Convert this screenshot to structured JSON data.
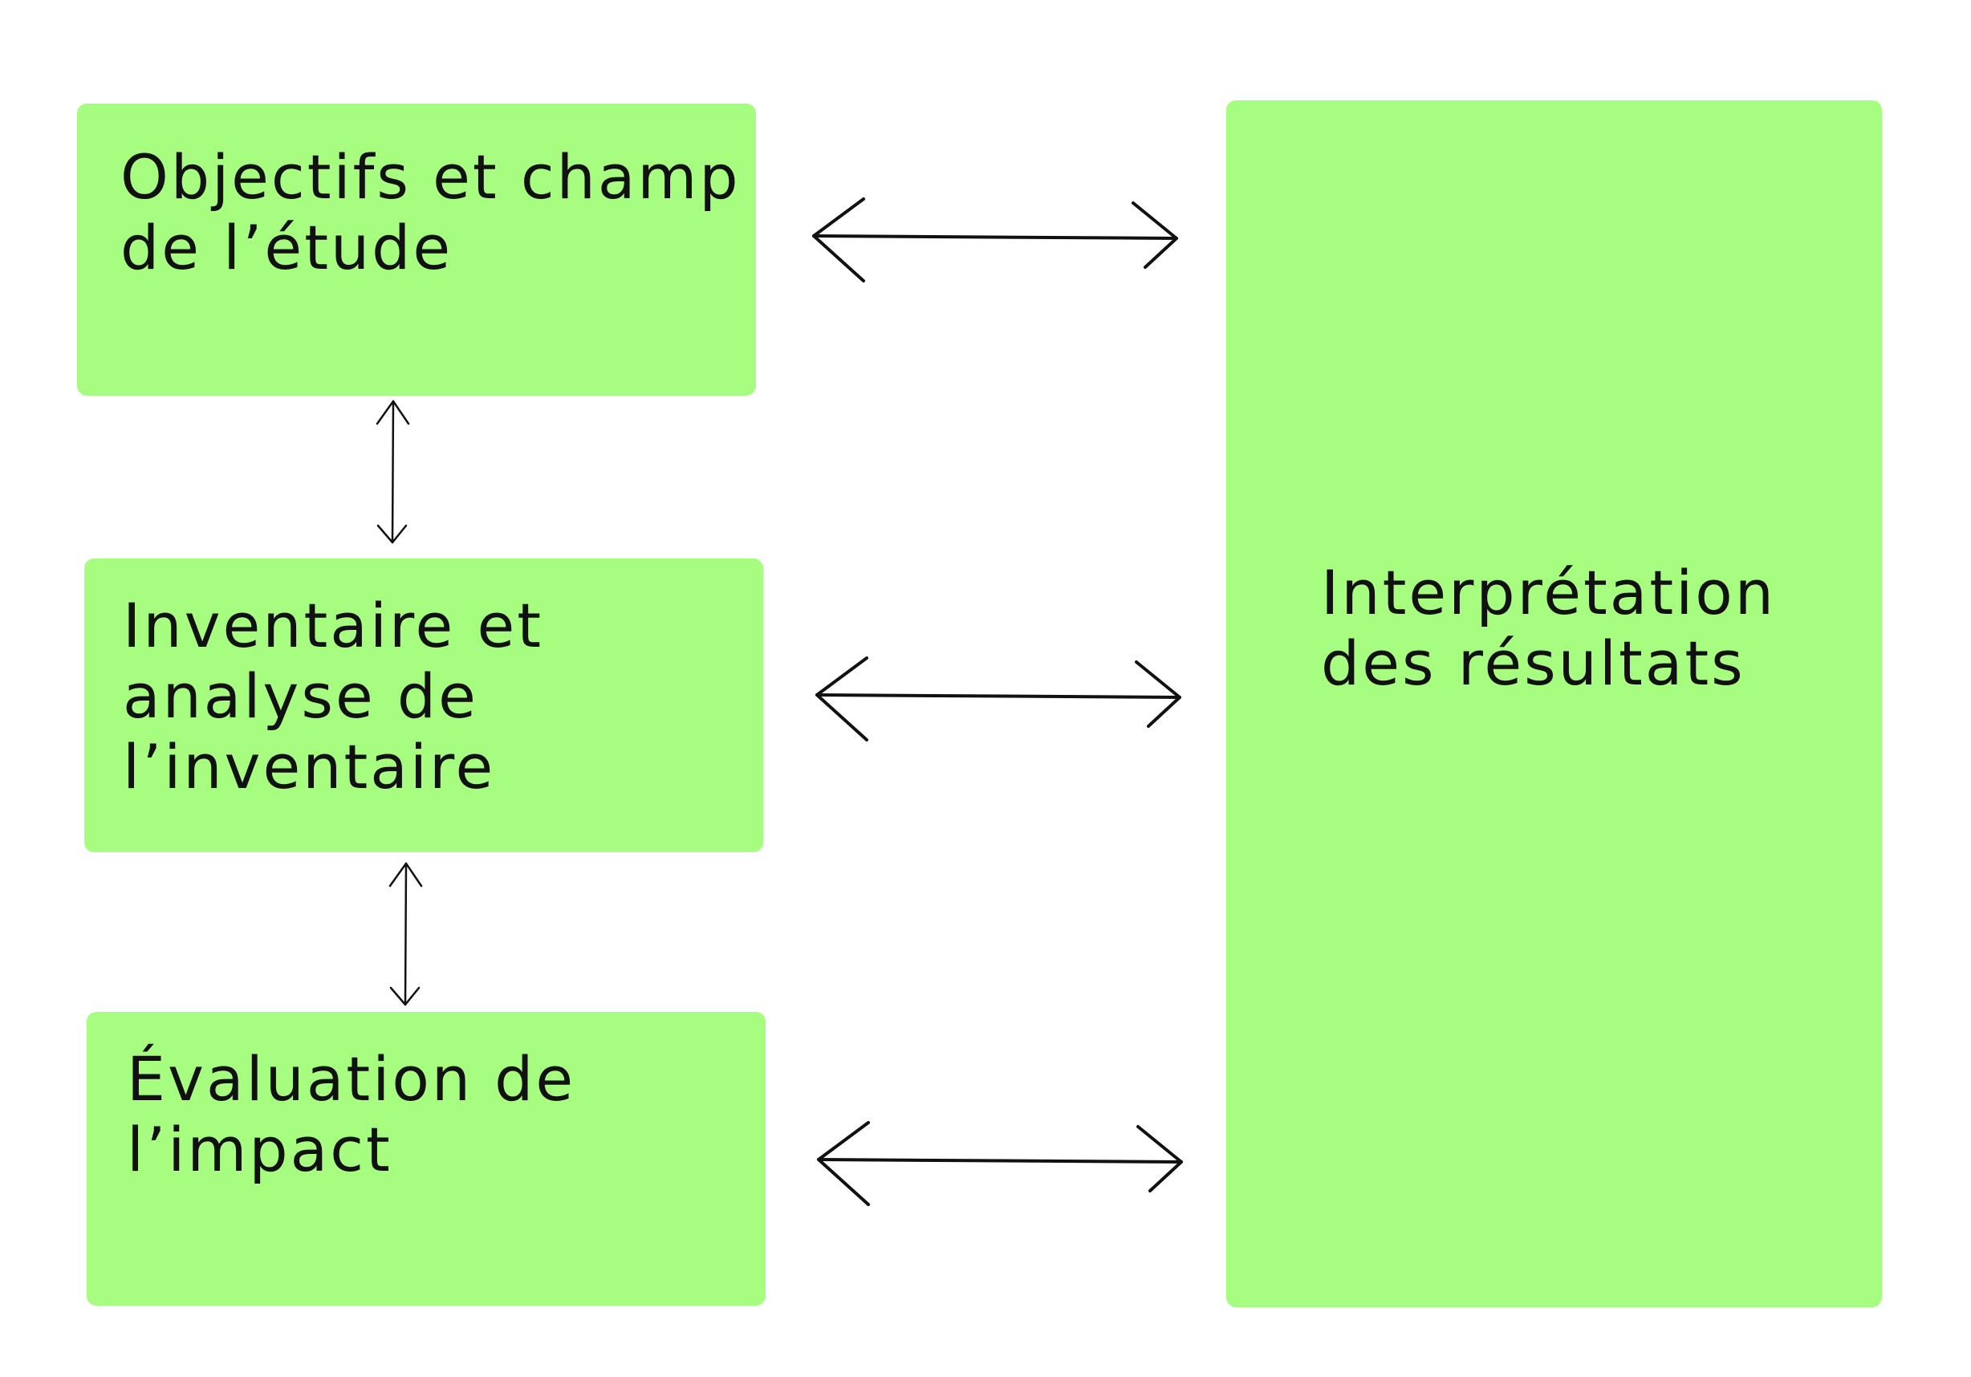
{
  "colors": {
    "box_fill": "#a6fd80",
    "text": "#111111",
    "arrow": "#111111"
  },
  "boxes": {
    "objectifs": {
      "label": "Objectifs et champ\nde l’étude"
    },
    "inventaire": {
      "label": "Inventaire et\nanalyse de\nl’inventaire"
    },
    "evaluation": {
      "label": "Évaluation de\nl’impact"
    },
    "interpretation": {
      "label": "Interprétation\ndes résultats"
    }
  },
  "connections": [
    {
      "from": "objectifs",
      "to": "interpretation",
      "type": "bidirectional"
    },
    {
      "from": "inventaire",
      "to": "interpretation",
      "type": "bidirectional"
    },
    {
      "from": "evaluation",
      "to": "interpretation",
      "type": "bidirectional"
    },
    {
      "from": "objectifs",
      "to": "inventaire",
      "type": "bidirectional"
    },
    {
      "from": "inventaire",
      "to": "evaluation",
      "type": "bidirectional"
    }
  ]
}
